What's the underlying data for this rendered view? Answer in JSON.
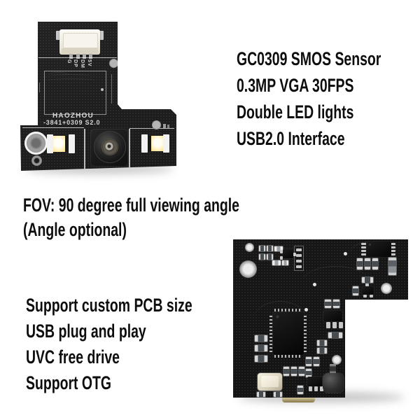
{
  "page": {
    "background": "#ffffff"
  },
  "front_module": {
    "pin_labels": [
      "G",
      "DP",
      "DM",
      "5V"
    ],
    "silkscreen_brand": "HAOZHOU",
    "silkscreen_model": "-3841+0309 S2.0"
  },
  "feature_list_top": {
    "lines": [
      "GC0309 SMOS Sensor",
      "0.3MP VGA 30FPS",
      "Double LED lights",
      "USB2.0 Interface"
    ]
  },
  "fov_block": {
    "lines": [
      "FOV: 90 degree full viewing angle",
      "(Angle optional)"
    ]
  },
  "feature_list_bottom": {
    "lines": [
      "Support custom PCB size",
      "USB plug and play",
      "UVC free drive",
      "Support OTG"
    ]
  },
  "colors": {
    "pcb_black": "#171717",
    "text": "#0d0d0d",
    "connector_cream": "#f3f0e4",
    "led_warm": "#ffeeb4",
    "gold_tab": "#c9bb90"
  }
}
